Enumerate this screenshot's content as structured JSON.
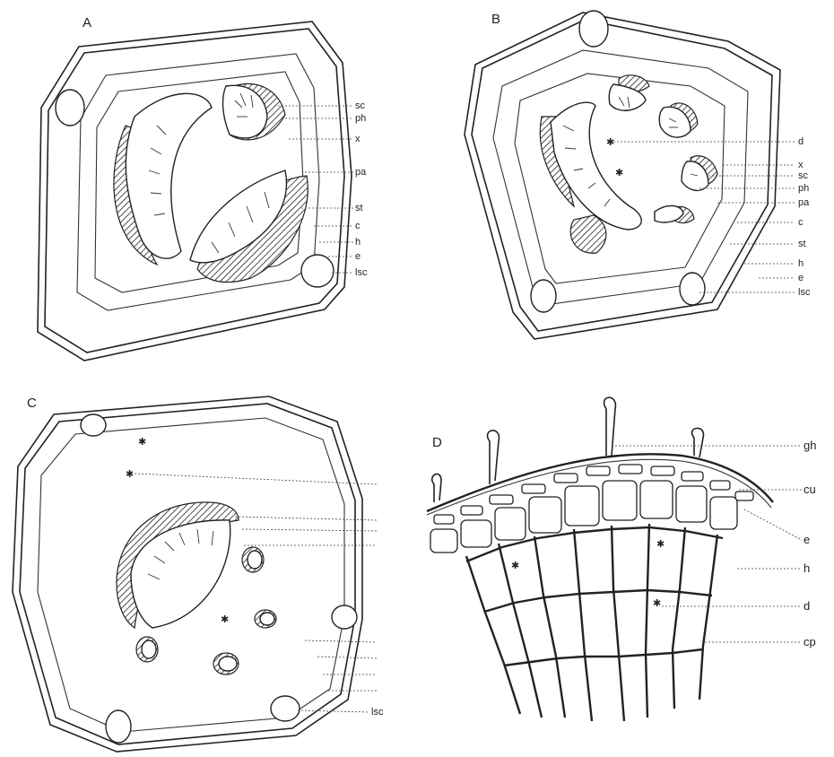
{
  "panels": {
    "A": {
      "letter": "A",
      "labels": [
        "sc",
        "ph",
        "x",
        "pa",
        "st",
        "c",
        "h",
        "e",
        "lsc"
      ]
    },
    "B": {
      "letter": "B",
      "labels": [
        "d",
        "x",
        "sc",
        "ph",
        "pa",
        "c",
        "st",
        "h",
        "e",
        "lsc"
      ]
    },
    "C": {
      "letter": "C",
      "labels": [
        "lsc"
      ]
    },
    "D": {
      "letter": "D",
      "labels": [
        "gh",
        "cu",
        "e",
        "h",
        "d",
        "cp"
      ]
    }
  }
}
